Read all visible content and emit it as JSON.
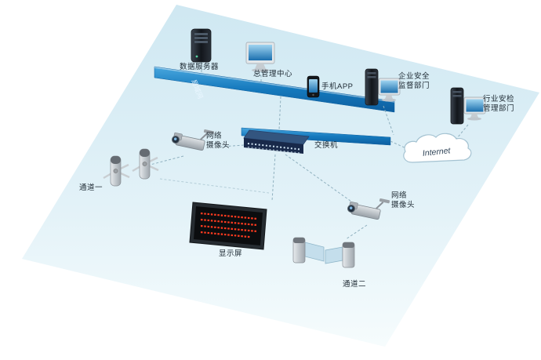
{
  "diagram": {
    "nodes": {
      "data_server": {
        "label": "数据服务器"
      },
      "mgmt_center": {
        "label": "总管理中心"
      },
      "phone_app": {
        "label": "手机APP"
      },
      "enterprise_dept": {
        "line1": "企业安全",
        "line2": "监督部门"
      },
      "industry_dept": {
        "line1": "行业安检",
        "line2": "管理部门"
      },
      "lan_bus": {
        "label": "局域网"
      },
      "switch": {
        "label": "交换机"
      },
      "internet_cloud": {
        "label": "Internet"
      },
      "camera_left": {
        "line1": "网络",
        "line2": "摄像头"
      },
      "camera_right": {
        "line1": "网络",
        "line2": "摄像头"
      },
      "gate_channel_1": {
        "label": "通道一"
      },
      "gate_channel_2": {
        "label": "通道二"
      },
      "led_display": {
        "label": "显示屏"
      }
    },
    "colors": {
      "plane": "#ddeef5",
      "lan_bar": "#1273b8",
      "switch_body": "#18294a",
      "led_text": "#ff3b1f"
    }
  }
}
